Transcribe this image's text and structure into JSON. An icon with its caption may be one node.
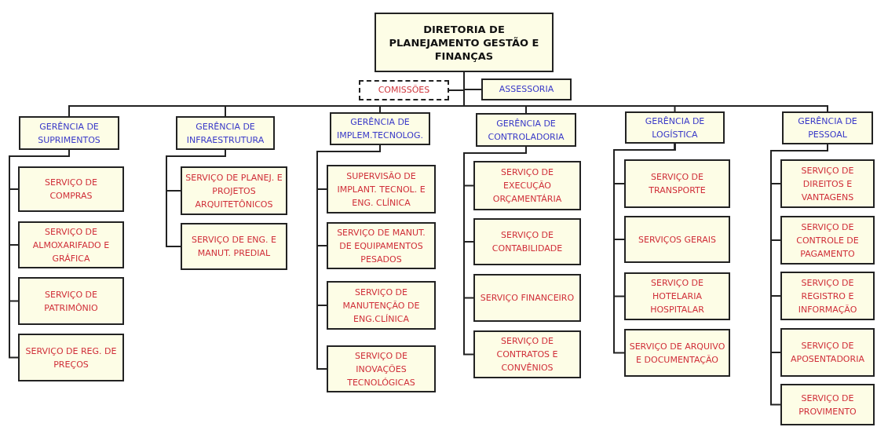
{
  "diagram": {
    "nodes": [
      {
        "text": [
          "DIRETORIA DE PLANEJAMENTO GESTÃO E FINANÇAS"
        ]
      },
      {
        "text": [
          "COMISSÕES"
        ]
      },
      {
        "text": [
          "ASSESSORIA"
        ]
      },
      {
        "text": [
          "GERÊNCIA DE SUPRIMENTOS"
        ]
      },
      {
        "text": [
          "SERVIÇO DE COMPRAS"
        ]
      },
      {
        "text": [
          "SERVIÇO DE ALMOXARIFADO E GRÁFICA"
        ]
      },
      {
        "text": [
          "SERVIÇO DE PATRIMÔNIO"
        ]
      },
      {
        "text": [
          "SERVIÇO DE REG. DE PREÇOS"
        ]
      },
      {
        "text": [
          "GERÊNCIA DE INFRAESTRUTURA"
        ]
      },
      {
        "text": [
          "SERVIÇO DE PLANEJ. E PROJETOS ARQUITETÔNICOS"
        ]
      },
      {
        "text": [
          "SERVIÇO DE ENG. E MANUT. PREDIAL"
        ]
      },
      {
        "text": [
          "GERÊNCIA DE IMPLEM.TECNOLOG."
        ]
      },
      {
        "text": [
          "SUPERVISÃO DE IMPLANT. TECNOL. E ENG. CLÍNICA"
        ]
      },
      {
        "text": [
          "SERVIÇO DE MANUT. DE EQUIPAMENTOS PESADOS"
        ]
      },
      {
        "text": [
          "SERVIÇO DE MANUTENÇÃO DE ENG.CLÍNICA"
        ]
      },
      {
        "text": [
          "SERVIÇO DE INOVAÇÕES TECNOLÓGICAS"
        ]
      },
      {
        "text": [
          "GERÊNCIA DE CONTROLADORIA"
        ]
      },
      {
        "text": [
          "SERVIÇO DE EXECUÇÃO ORÇAMENTÁRIA"
        ]
      },
      {
        "text": [
          "SERVIÇO DE CONTABILIDADE"
        ]
      },
      {
        "text": [
          "SERVIÇO FINANCEIRO"
        ]
      },
      {
        "text": [
          "SERVIÇO DE CONTRATOS E CONVÊNIOS"
        ]
      },
      {
        "text": [
          "GERÊNCIA DE LOGÍSTICA"
        ]
      },
      {
        "text": [
          "SERVIÇO DE TRANSPORTE"
        ]
      },
      {
        "text": [
          "SERVIÇOS GERAIS"
        ]
      },
      {
        "text": [
          "SERVIÇO DE HOTELARIA HOSPITALAR"
        ]
      },
      {
        "text": [
          "SERVIÇO DE ARQUIVO E DOCUMENTAÇÃO"
        ]
      },
      {
        "text": [
          "GERÊNCIA DE PESSOAL"
        ]
      },
      {
        "text": [
          "SERVIÇO DE DIREITOS E VANTAGENS"
        ]
      },
      {
        "text": [
          "SERVIÇO DE CONTROLE DE PAGAMENTO"
        ]
      },
      {
        "text": [
          "SERVIÇO DE REGISTRO E INFORMAÇÃO"
        ]
      },
      {
        "text": [
          "SERVIÇO DE APOSENTADORIA"
        ]
      },
      {
        "text": [
          "SERVIÇO DE PROVIMENTO"
        ]
      }
    ],
    "edges": [
      {
        "from": 0,
        "to": 1,
        "arrow": "none"
      },
      {
        "from": 0,
        "to": 2,
        "arrow": "none"
      },
      {
        "from": 0,
        "to": 3,
        "arrow": "none"
      },
      {
        "from": 0,
        "to": 8,
        "arrow": "none"
      },
      {
        "from": 0,
        "to": 11,
        "arrow": "none"
      },
      {
        "from": 0,
        "to": 16,
        "arrow": "none"
      },
      {
        "from": 0,
        "to": 21,
        "arrow": "none"
      },
      {
        "from": 0,
        "to": 26,
        "arrow": "none"
      },
      {
        "from": 3,
        "to": 4,
        "arrow": "none"
      },
      {
        "from": 3,
        "to": 5,
        "arrow": "none"
      },
      {
        "from": 3,
        "to": 6,
        "arrow": "none"
      },
      {
        "from": 3,
        "to": 7,
        "arrow": "none"
      },
      {
        "from": 8,
        "to": 9,
        "arrow": "none"
      },
      {
        "from": 8,
        "to": 10,
        "arrow": "none"
      },
      {
        "from": 11,
        "to": 12,
        "arrow": "none"
      },
      {
        "from": 11,
        "to": 13,
        "arrow": "none"
      },
      {
        "from": 11,
        "to": 14,
        "arrow": "none"
      },
      {
        "from": 11,
        "to": 15,
        "arrow": "none"
      },
      {
        "from": 16,
        "to": 17,
        "arrow": "none"
      },
      {
        "from": 16,
        "to": 18,
        "arrow": "none"
      },
      {
        "from": 16,
        "to": 19,
        "arrow": "none"
      },
      {
        "from": 16,
        "to": 20,
        "arrow": "none"
      },
      {
        "from": 21,
        "to": 22,
        "arrow": "none"
      },
      {
        "from": 21,
        "to": 23,
        "arrow": "none"
      },
      {
        "from": 21,
        "to": 24,
        "arrow": "none"
      },
      {
        "from": 21,
        "to": 25,
        "arrow": "none"
      },
      {
        "from": 26,
        "to": 27,
        "arrow": "none"
      },
      {
        "from": 26,
        "to": 28,
        "arrow": "none"
      },
      {
        "from": 26,
        "to": 29,
        "arrow": "none"
      },
      {
        "from": 26,
        "to": 30,
        "arrow": "none"
      },
      {
        "from": 26,
        "to": 31,
        "arrow": "none"
      }
    ]
  }
}
